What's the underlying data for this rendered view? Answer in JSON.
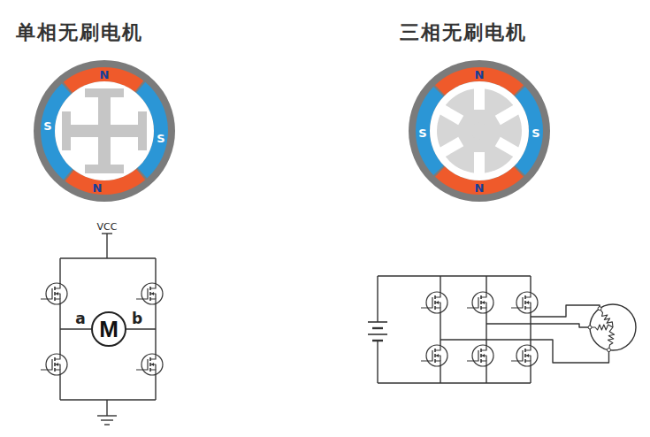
{
  "diagram": {
    "nodes": [
      {
        "text": [
          "M"
        ]
      }
    ],
    "labels": [
      "单相无刷电机",
      "三相无刷电机",
      "N",
      "S",
      "S",
      "N",
      "N",
      "S",
      "S",
      "N",
      "VCC",
      "a",
      "b"
    ]
  }
}
